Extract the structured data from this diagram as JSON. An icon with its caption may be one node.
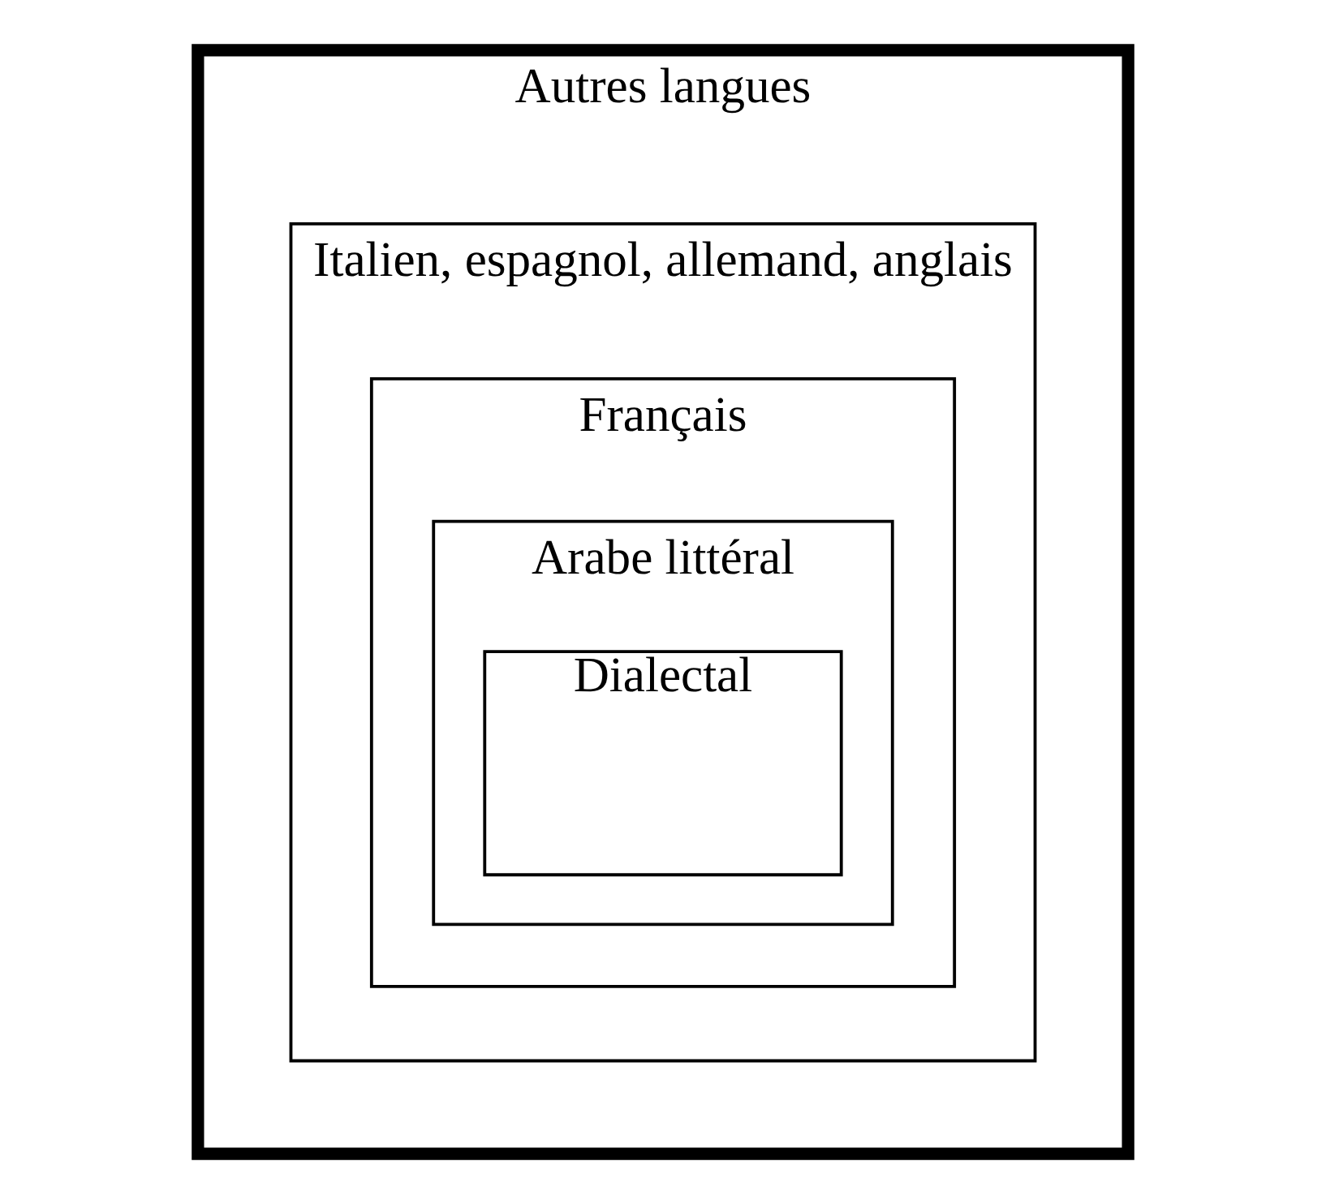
{
  "diagram": {
    "nodes": [
      {
        "text": [
          "Autres langues"
        ]
      },
      {
        "text": [
          "Italien, espagnol, allemand, anglais"
        ],
        "in": 0
      },
      {
        "text": [
          "Français"
        ],
        "in": 1
      },
      {
        "text": [
          "Arabe littéral"
        ],
        "in": 2
      },
      {
        "text": [
          "Dialectal"
        ],
        "in": 3
      }
    ]
  }
}
